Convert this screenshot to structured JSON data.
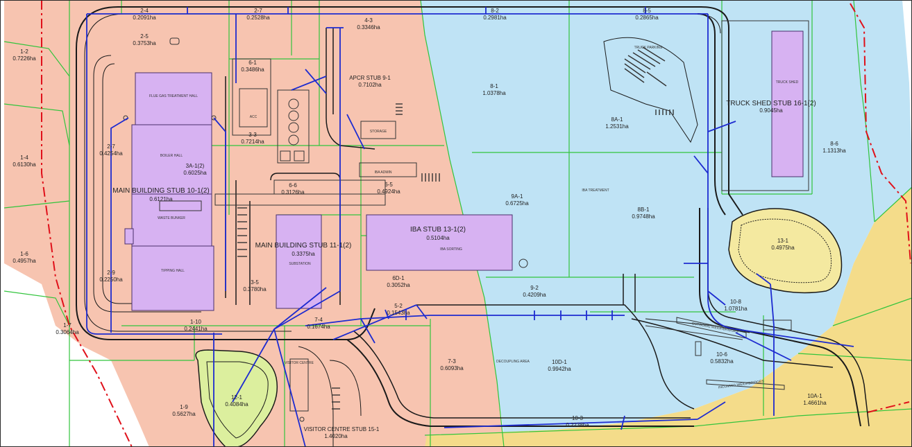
{
  "map": {
    "colors": {
      "salmon": "#f7c4b0",
      "blue": "#bfe3f5",
      "yellow": "#f4dc8a",
      "green": "#dcef9e",
      "building": "#d7b2f2",
      "parcel_line": "#31c43c",
      "road": "#1a1a1a",
      "drain": "#1d2bd0",
      "boundary": "#e0101a"
    },
    "parcels": [
      {
        "id": "1-2",
        "area": "0.7226ha"
      },
      {
        "id": "1-4",
        "area": "0.6130ha"
      },
      {
        "id": "1-6",
        "area": "0.4957ha"
      },
      {
        "id": "1-7",
        "area": "0.3064ha"
      },
      {
        "id": "1-9",
        "area": "0.5627ha"
      },
      {
        "id": "1-10",
        "area": "0.2441ha"
      },
      {
        "id": "2-4",
        "area": "0.2091ha"
      },
      {
        "id": "2-5",
        "area": "0.3753ha"
      },
      {
        "id": "2-7",
        "area": "0.2528ha"
      },
      {
        "id": "2-7",
        "area": "0.4254ha"
      },
      {
        "id": "2-9",
        "area": "0.2250ha"
      },
      {
        "id": "3-3",
        "area": "0.7214ha"
      },
      {
        "id": "3-5",
        "area": "0.3780ha"
      },
      {
        "id": "3A-1(2)",
        "area": "0.6025ha"
      },
      {
        "id": "4-3",
        "area": "0.3346ha"
      },
      {
        "id": "5-2",
        "area": "0.1543ha"
      },
      {
        "id": "6-1",
        "area": "0.3486ha"
      },
      {
        "id": "6-5",
        "area": "0.4924ha"
      },
      {
        "id": "6-6",
        "area": "0.3126ha"
      },
      {
        "id": "6D-1",
        "area": "0.3052ha"
      },
      {
        "id": "7-3",
        "area": "0.6093ha"
      },
      {
        "id": "7-4",
        "area": "0.1674ha"
      },
      {
        "id": "8-1",
        "area": "1.0378ha"
      },
      {
        "id": "8-2",
        "area": "0.2981ha"
      },
      {
        "id": "8-5",
        "area": "0.2865ha"
      },
      {
        "id": "8-6",
        "area": "1.1313ha"
      },
      {
        "id": "8A-1",
        "area": "1.2531ha"
      },
      {
        "id": "8B-1",
        "area": "0.9748ha"
      },
      {
        "id": "9-2",
        "area": "0.4209ha"
      },
      {
        "id": "9A-1",
        "area": "0.6725ha"
      },
      {
        "id": "10-6",
        "area": "0.5832ha"
      },
      {
        "id": "10-8",
        "area": "1.0781ha"
      },
      {
        "id": "10-3",
        "area": "0.2238ha"
      },
      {
        "id": "10A-1",
        "area": "1.4661ha"
      },
      {
        "id": "10D-1",
        "area": "0.9942ha"
      },
      {
        "id": "12-1",
        "area": "0.4084ha"
      },
      {
        "id": "13-1",
        "area": "0.4975ha"
      }
    ],
    "stubs": [
      {
        "name": "APCR STUB 9-1",
        "area": "0.7102ha"
      },
      {
        "name": "TRUCK SHED STUB 16-1(2)",
        "area": "0.9045ha"
      },
      {
        "name": "MAIN BUILDING STUB 10-1(2)",
        "area": "0.6121ha"
      },
      {
        "name": "IBA STUB 13-1(2)",
        "area": "0.5104ha"
      },
      {
        "name": "MAIN BUILDING STUB 11-1(2)",
        "area": "0.3375ha"
      },
      {
        "name": "VISITOR CENTRE STUB 15-1",
        "area": "1.4020ha"
      }
    ],
    "facilities": {
      "flue_gas": "FLUE GAS TREATMENT HALL",
      "boiler": "BOILER HALL",
      "waste_bunker": "WASTE BUNKER",
      "tipping": "TIPPING HALL",
      "acc": "ACC",
      "storage": "STORAGE",
      "truck_parking": "TRUCK PARKING",
      "truck_shed": "TRUCK SHED",
      "iba_admin": "IBA ADMIN",
      "iba_treatment": "IBA TREATMENT",
      "iba_sorting": "IBA SORTING",
      "substation": "SUBSTATION",
      "visitor_centre": "VISITOR CENTRE",
      "decoupling": "DECOUPLING AREA",
      "outgoing_weighbridges": "OUTGOING WEIGHBRIDGES",
      "incoming_weighbridges": "INCOMING WEIGHBRIDGES"
    }
  }
}
